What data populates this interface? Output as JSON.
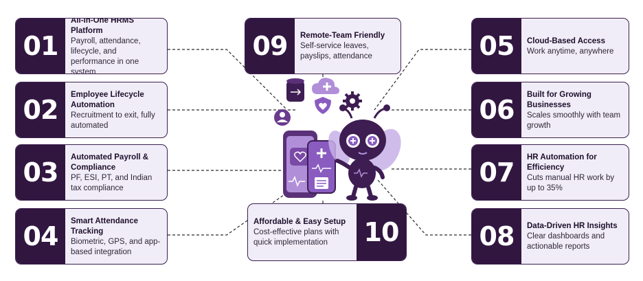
{
  "colors": {
    "dark": "#311640",
    "card_bg": "#f1edf8",
    "accent": "#8a5cc0",
    "line": "#2a2a2a"
  },
  "cards": [
    {
      "id": "01",
      "number": "01",
      "title": "All-in-One HRMS Platform",
      "desc": "Payroll, attendance, lifecycle, and performance in one system"
    },
    {
      "id": "02",
      "number": "02",
      "title": "Employee Lifecycle Automation",
      "desc": "Recruitment to exit, fully automated"
    },
    {
      "id": "03",
      "number": "03",
      "title": "Automated Payroll & Compliance",
      "desc": "PF, ESI, PT, and Indian tax compliance"
    },
    {
      "id": "04",
      "number": "04",
      "title": "Smart Attendance Tracking",
      "desc": "Biometric, GPS, and app-based integration"
    },
    {
      "id": "05",
      "number": "05",
      "title": "Cloud-Based Access",
      "desc": "Work anytime, anywhere"
    },
    {
      "id": "06",
      "number": "06",
      "title": "Built for Growing Businesses",
      "desc": "Scales smoothly with team growth"
    },
    {
      "id": "07",
      "number": "07",
      "title": "HR Automation for Efficiency",
      "desc": "Cuts manual HR work by up to 35%"
    },
    {
      "id": "08",
      "number": "08",
      "title": "Data-Driven HR Insights",
      "desc": "Clear dashboards and actionable reports"
    },
    {
      "id": "09",
      "number": "09",
      "title": "Remote-Team Friendly",
      "desc": "Self-service leaves, payslips, attendance"
    },
    {
      "id": "10",
      "number": "10",
      "title": "Affordable & Easy Setup",
      "desc": "Cost-effective plans with quick implementation"
    }
  ],
  "illustration": {
    "icons": [
      "user-icon",
      "database-icon",
      "cloud-plus-icon",
      "shield-heart-icon",
      "gear-icon",
      "heart-icon",
      "plus-icon",
      "pulse-icon",
      "document-icon"
    ],
    "mascot": "bee-robot-mascot"
  }
}
